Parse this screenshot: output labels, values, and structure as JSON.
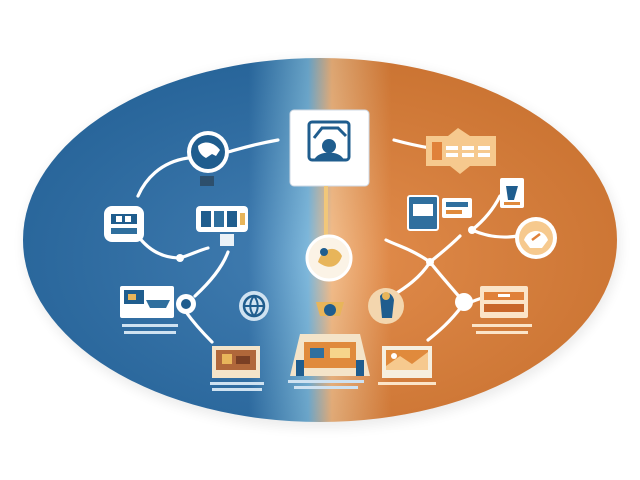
{
  "colors": {
    "background": "#ffffff",
    "blue_dark": "#2a6ea9",
    "blue_light": "#6fb0d8",
    "orange_light": "#f2b57c",
    "orange_dark": "#e07f36",
    "connector": "#ffffff",
    "center_card": "#ffffff",
    "center_icon": "#1f5d8e",
    "accent_gold": "#e8b55a"
  },
  "diagram": {
    "center_node": {
      "icon": "person-in-frame-icon"
    },
    "left_nodes": [
      {
        "name": "phone-circle-node",
        "icon": "phone-icon"
      },
      {
        "name": "device-panel-node",
        "icon": "device-panel-icon"
      },
      {
        "name": "devices-box-node",
        "icon": "devices-icon"
      },
      {
        "name": "screen-card-node",
        "icon": "monitor-icon"
      },
      {
        "name": "lens-circle-node",
        "icon": "lens-icon"
      },
      {
        "name": "globe-circle-node",
        "icon": "globe-icon"
      },
      {
        "name": "photo-card-node",
        "icon": "photo-icon"
      }
    ],
    "right_nodes": [
      {
        "name": "ticket-banner-node",
        "icon": "ticket-icon"
      },
      {
        "name": "chat-card-node",
        "icon": "chat-bubble-icon"
      },
      {
        "name": "document-node",
        "icon": "document-icon"
      },
      {
        "name": "gauge-circle-node",
        "icon": "gauge-icon"
      },
      {
        "name": "hand-circle-node",
        "icon": "hand-icon"
      },
      {
        "name": "archive-card-node",
        "icon": "archive-icon"
      },
      {
        "name": "landscape-card-node",
        "icon": "landscape-icon"
      }
    ],
    "bottom_node": {
      "icon": "shop-building-icon"
    }
  }
}
